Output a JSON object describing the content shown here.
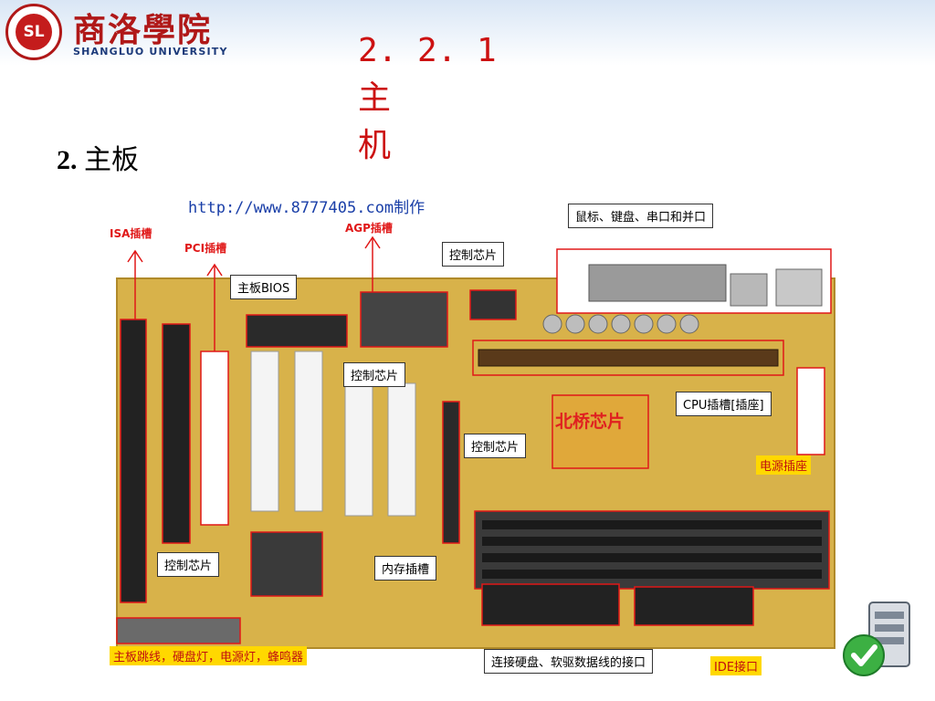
{
  "header": {
    "logo_cn": "商洛學院",
    "logo_en": "SHANGLUO UNIVERSITY",
    "seal_text": "SL"
  },
  "slide": {
    "title_line1": "2. 2. 1  主",
    "title_line2": "机",
    "subtitle_num": "2.",
    "subtitle_text": " 主板"
  },
  "figure": {
    "url": "http://www.8777405.com制作",
    "labels": {
      "isa": "ISA插槽",
      "pci": "PCI插槽",
      "agp": "AGP插槽",
      "bios": "主板BIOS",
      "ctrl_top": "控制芯片",
      "ctrl_mid": "控制芯片",
      "ctrl_right": "控制芯片",
      "ctrl_bottom": "控制芯片",
      "ports": "鼠标、键盘、串口和并口",
      "cpu": "CPU插槽[插座]",
      "northbridge": "北桥芯片",
      "power": "电源插座",
      "memory": "内存插槽",
      "jumpers": "主板跳线，硬盘灯，电源灯，蜂鸣器",
      "connect": "连接硬盘、软驱数据线的接口",
      "ide": "IDE接口"
    }
  },
  "icons": {
    "server": "server-check-icon"
  },
  "colors": {
    "title_red": "#cc1111",
    "board_yellow": "#d8b24a",
    "label_red": "#e01818"
  }
}
